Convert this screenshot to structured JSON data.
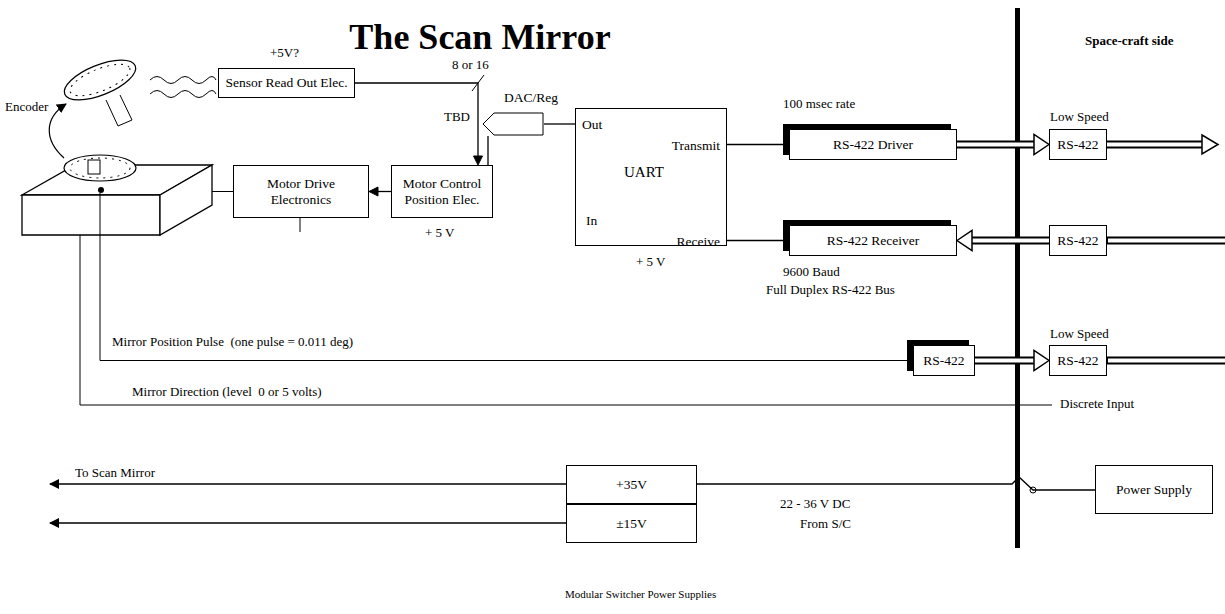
{
  "diagram": {
    "title": "The Scan Mirror",
    "nodes": [
      {
        "text": [
          "Sensor Read Out Elec."
        ]
      },
      {
        "text": [
          "DAC/Reg"
        ]
      },
      {
        "text": [
          "Out",
          "Transmit",
          "UART",
          "In",
          "Receive"
        ]
      },
      {
        "text": [
          "RS-422 Driver"
        ]
      },
      {
        "text": [
          "RS-422"
        ]
      },
      {
        "text": [
          "Motor Drive Electronics"
        ]
      },
      {
        "text": [
          "Motor Control Position Elec."
        ]
      },
      {
        "text": [
          "RS-422 Receiver"
        ]
      },
      {
        "text": [
          "RS-422"
        ]
      },
      {
        "text": [
          "RS-422"
        ]
      },
      {
        "text": [
          "RS-422"
        ]
      },
      {
        "text": [
          "+35V"
        ]
      },
      {
        "text": [
          "±15V"
        ]
      },
      {
        "text": [
          "Power Supply"
        ]
      }
    ],
    "edges": [
      {
        "from": 0,
        "to": 6,
        "arrow": "to"
      },
      {
        "from": 6,
        "to": 5,
        "arrow": "to"
      },
      {
        "from": 2,
        "to": 1,
        "arrow": "none"
      },
      {
        "from": 1,
        "to": 6,
        "arrow": "none"
      },
      {
        "from": 2,
        "to": 3,
        "arrow": "none"
      },
      {
        "from": 3,
        "to": 4,
        "arrow": "to"
      },
      {
        "from": 8,
        "to": 7,
        "arrow": "to"
      },
      {
        "from": 7,
        "to": 2,
        "arrow": "none"
      },
      {
        "from": 9,
        "to": 10,
        "arrow": "to"
      },
      {
        "from": 13,
        "to": 11,
        "arrow": "none"
      }
    ],
    "labels": [
      "+5V?",
      "8 or 16",
      "TBD",
      "+ 5 V",
      "+ 5 V",
      "100 msec rate",
      "Low Speed",
      "9600 Baud",
      "Full Duplex RS-422 Bus",
      "Encoder",
      "Mirror Position Pulse  (one pulse = 0.011 deg)",
      "Low Speed",
      "Mirror Direction (level  0 or 5 volts)",
      "Discrete Input",
      "To Scan Mirror",
      "22 - 36 V DC",
      "From S/C",
      "Modular Switcher Power Supplies",
      "Space-craft side"
    ]
  }
}
